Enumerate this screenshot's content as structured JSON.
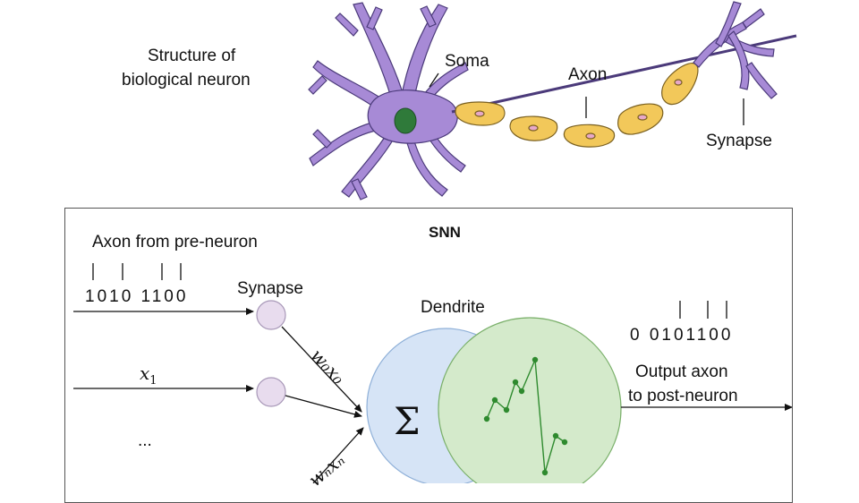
{
  "top": {
    "title_line1": "Structure of",
    "title_line2": "biological neuron",
    "soma": "Soma",
    "axon": "Axon",
    "synapse": "Synapse"
  },
  "snn": {
    "title": "SNN",
    "axon_from_pre": "Axon from pre-neuron",
    "input_bits": "1010 1100",
    "synapse": "Synapse",
    "dendrite": "Dendrite",
    "output_bits": "0 0101100",
    "output_axon_line1": "Output axon",
    "output_axon_line2": "to post-neuron",
    "x1": "x",
    "x1_sub": "1",
    "ellipsis": "...",
    "w0x0": "w₀x₀",
    "wnxn": "wₙxₙ",
    "sum_symbol": "Σ"
  },
  "colors": {
    "neuron_purple": "#a78ad6",
    "neuron_outline": "#4b3a7a",
    "nucleus_green": "#2f7a3a",
    "myelin_yellow": "#f2c85a",
    "myelin_outline": "#7a6020",
    "synapse_node": "#e8dcee",
    "soma_blue": "#d6e4f6",
    "dendrite_green": "#d4eacb",
    "spike_green": "#2e8a2e"
  }
}
